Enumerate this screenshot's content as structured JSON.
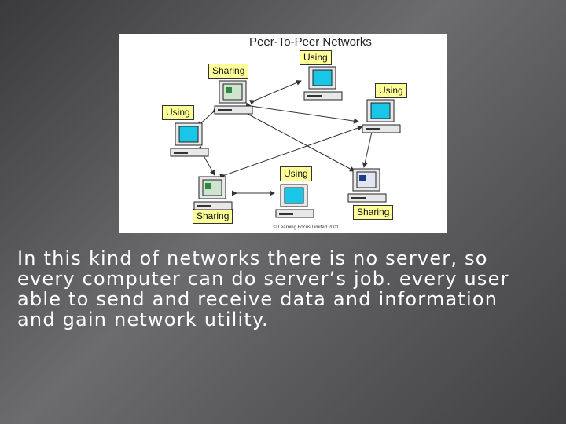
{
  "diagram": {
    "title": "Peer-To-Peer Networks",
    "copyright": "© Learning Focus Limited 2001",
    "nodes": [
      {
        "id": "top-center",
        "label": "Using",
        "screen": "#19c6e8"
      },
      {
        "id": "top-left",
        "label": "Sharing",
        "screen": "#cfe4cf"
      },
      {
        "id": "right-upper",
        "label": "Using",
        "screen": "#19c6e8"
      },
      {
        "id": "left-middle",
        "label": "Using",
        "screen": "#19c6e8"
      },
      {
        "id": "bottom-center",
        "label": "Using",
        "screen": "#19c6e8"
      },
      {
        "id": "bottom-left",
        "label": "Sharing",
        "screen": "#cfe4cf"
      },
      {
        "id": "bottom-right",
        "label": "Sharing",
        "screen": "#dfe6f0"
      }
    ],
    "colors": {
      "label_bg": "#ffff99",
      "using_screen": "#19c6e8",
      "arrow": "#333333"
    }
  },
  "text": {
    "paragraph": "In this kind of networks there is no server, so every computer can do server’s job. every user able to send and receive data and information and gain network utility."
  }
}
